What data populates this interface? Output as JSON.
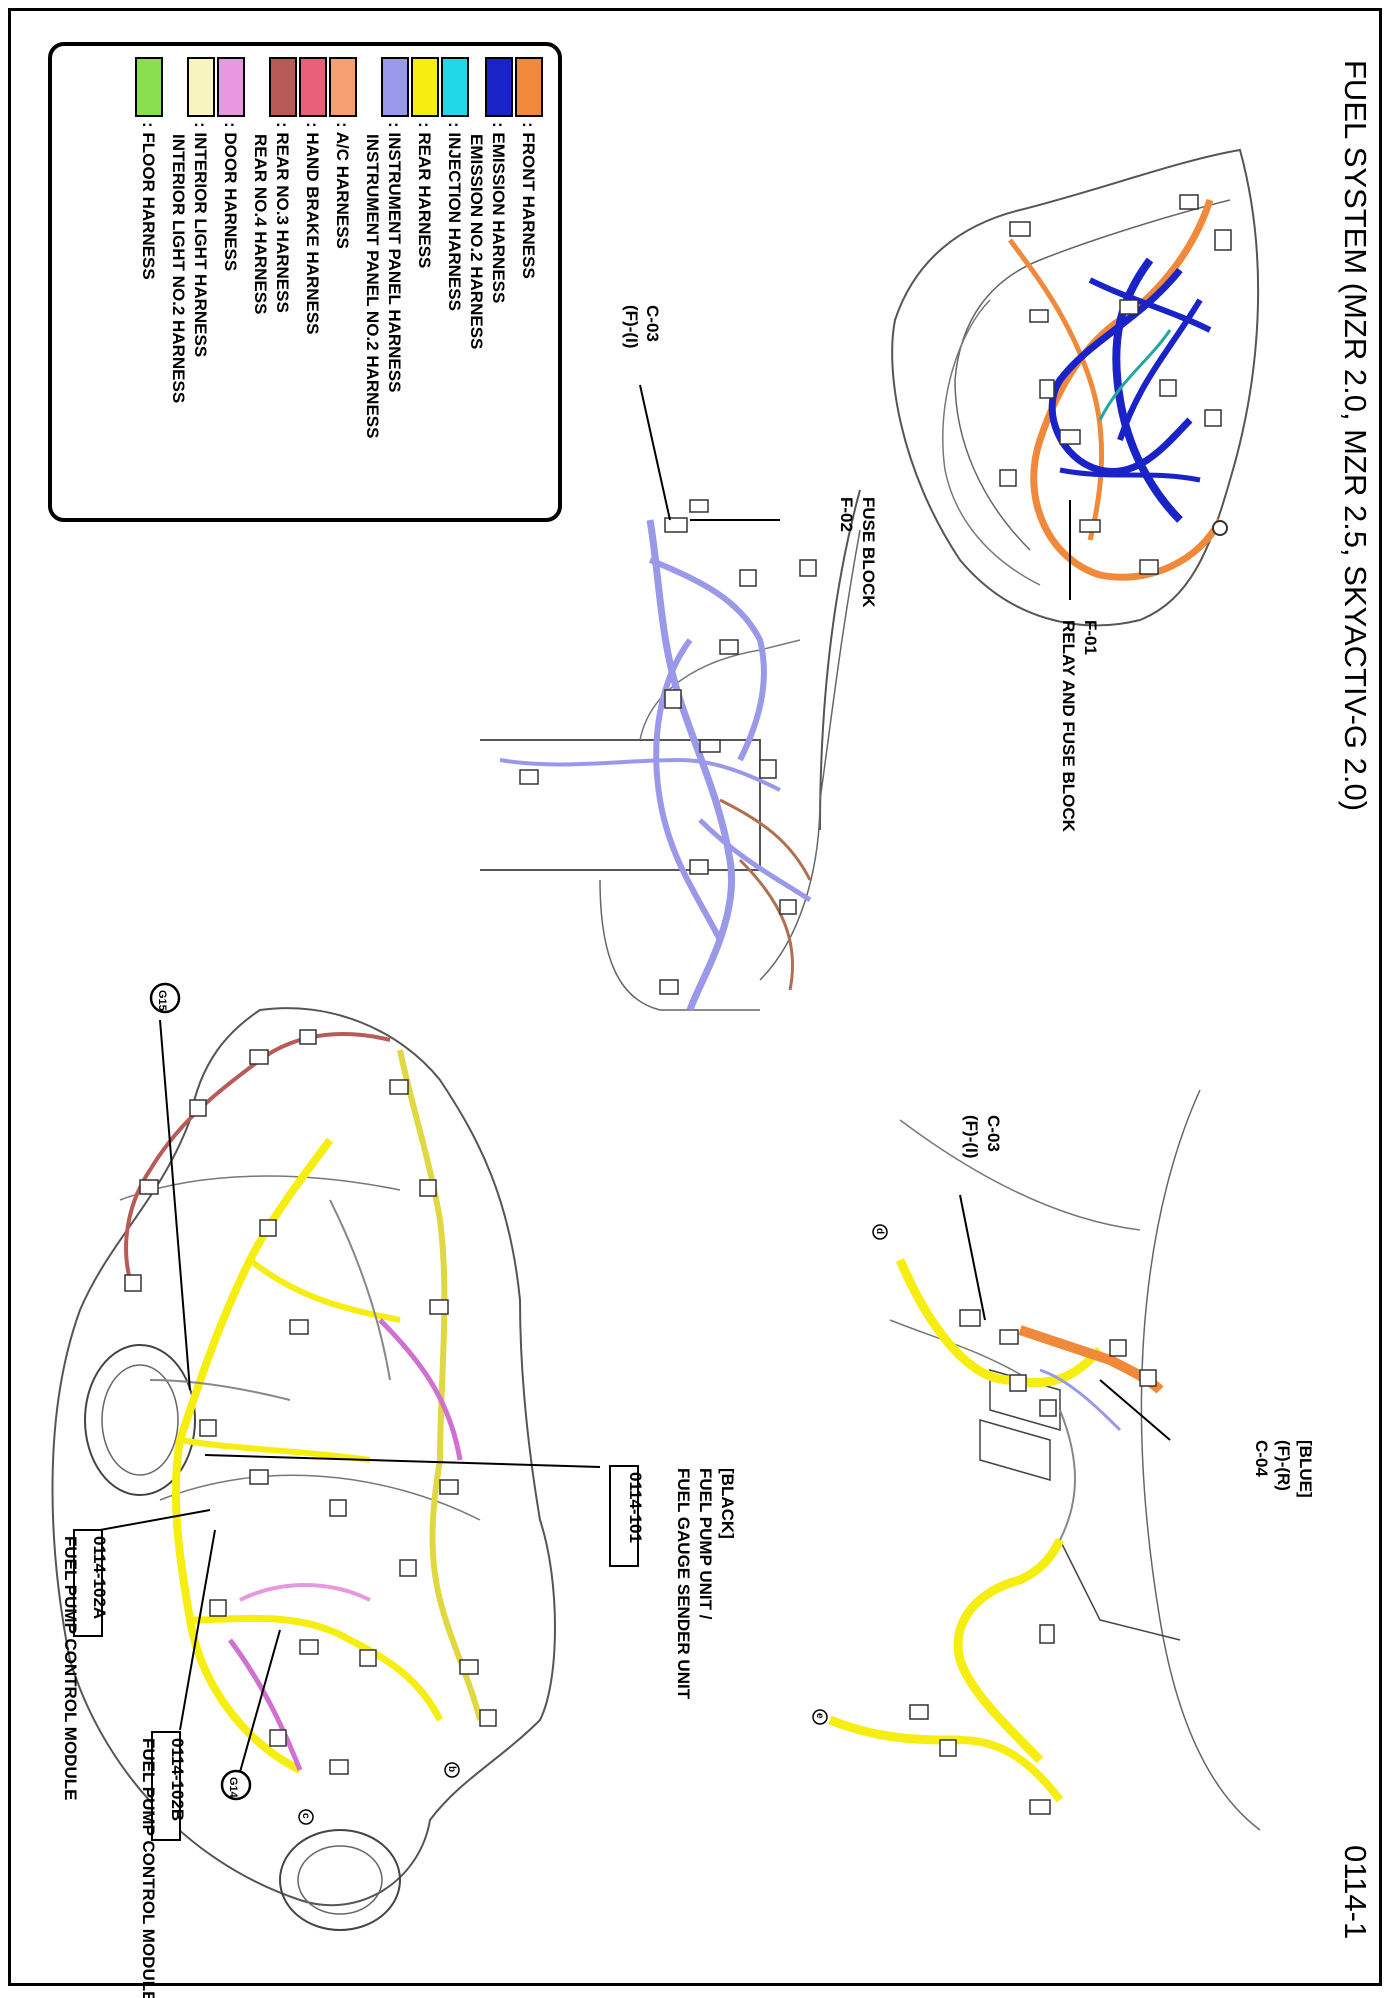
{
  "title": "FUEL SYSTEM (MZR 2.0, MZR 2.5, SKYACTIV-G 2.0)",
  "page_number": "0114-1",
  "legend": [
    {
      "label": ": FRONT HARNESS",
      "color": "#f08a3a"
    },
    {
      "label": ": EMISSION HARNESS",
      "color": "#1a23c8"
    },
    {
      "label": "EMISSION NO.2 HARNESS",
      "color": "#1a23c8"
    },
    {
      "label": ": INJECTION HARNESS",
      "color": "#20d8e8"
    },
    {
      "label": ": REAR HARNESS",
      "color": "#f5ee10"
    },
    {
      "label": ": INSTRUMENT PANEL HARNESS",
      "color": "#9a98e8"
    },
    {
      "label": "INSTRUMENT PANEL NO.2 HARNESS",
      "color": "#9a98e8"
    },
    {
      "label": ": A/C HARNESS",
      "color": "#f5a070"
    },
    {
      "label": ": HAND BRAKE HARNESS",
      "color": "#e8607a"
    },
    {
      "label": ": REAR NO.3 HARNESS",
      "color": "#b85a55"
    },
    {
      "label": "REAR NO.4 HARNESS",
      "color": "#b85a55"
    },
    {
      "label": ": DOOR HARNESS",
      "color": "#e898e0"
    },
    {
      "label": ": INTERIOR LIGHT HARNESS",
      "color": "#f8f4c0"
    },
    {
      "label": "INTERIOR LIGHT NO.2 HARNESS",
      "color": "#f8f4c0"
    },
    {
      "label": ": FLOOR HARNESS",
      "color": "#88e050"
    }
  ],
  "callouts": {
    "f01_code": "F-01",
    "f01_name": "RELAY AND FUSE BLOCK",
    "f02_name": "FUSE BLOCK",
    "f02_code": "F-02",
    "c03a_code": "C-03",
    "c03a_sub": "(F)-(I)",
    "c03b_code": "C-03",
    "c03b_sub": "(F)-(I)",
    "c04_color": "[BLUE]",
    "c04_sub": "(F)-(R)",
    "c04_code": "C-04",
    "conn101_color": "[BLACK]",
    "conn101_name1": "FUEL PUMP UNIT /",
    "conn101_name2": "FUEL GAUGE SENDER UNIT",
    "conn101_code": "0114-101",
    "conn102b_code": "0114-102B",
    "conn102b_name": "FUEL PUMP CONTROL MODULE",
    "conn102a_code": "0114-102A",
    "conn102a_name": "FUEL PUMP CONTROL MODULE",
    "g15": "G15",
    "g14": "G14"
  },
  "small_marks": {
    "b": "b",
    "c": "c",
    "d": "d",
    "e": "e"
  }
}
